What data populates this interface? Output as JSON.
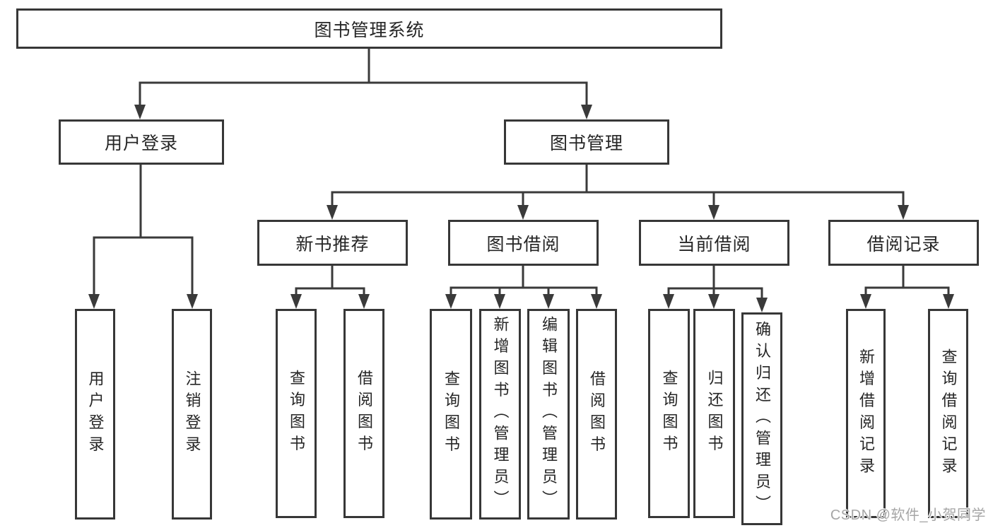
{
  "diagram_title": "图书管理系统",
  "nodes": {
    "root": "图书管理系统",
    "login_branch": "用户登录",
    "mgmt_branch": "图书管理",
    "rec": "新书推荐",
    "borrow": "图书借阅",
    "current": "当前借阅",
    "record": "借阅记录",
    "login_user": "用户登录",
    "login_logout": "注销登录",
    "rec_query": "查询图书",
    "rec_borrow": "借阅图书",
    "borrow_query": "查询图书",
    "borrow_add": "新增图书（管理员）",
    "borrow_edit": "编辑图书（管理员）",
    "borrow_borrow": "借阅图书",
    "cur_query": "查询图书",
    "cur_return": "归还图书",
    "cur_confirm": "确认归还（管理员）",
    "record_add": "新增借阅记录",
    "record_query": "查询借阅记录"
  },
  "hierarchy": {
    "图书管理系统": {
      "用户登录": [
        "用户登录",
        "注销登录"
      ],
      "图书管理": {
        "新书推荐": [
          "查询图书",
          "借阅图书"
        ],
        "图书借阅": [
          "查询图书",
          "新增图书（管理员）",
          "编辑图书（管理员）",
          "借阅图书"
        ],
        "当前借阅": [
          "查询图书",
          "归还图书",
          "确认归还（管理员）"
        ],
        "借阅记录": [
          "新增借阅记录",
          "查询借阅记录"
        ]
      }
    }
  },
  "watermark": {
    "text": "CSDN @软件_小贺同学"
  },
  "colors": {
    "line": "#3a3a3a",
    "box_border": "#373737",
    "text": "#262626",
    "background": "#ffffff",
    "watermark": "#a6a6a6"
  }
}
